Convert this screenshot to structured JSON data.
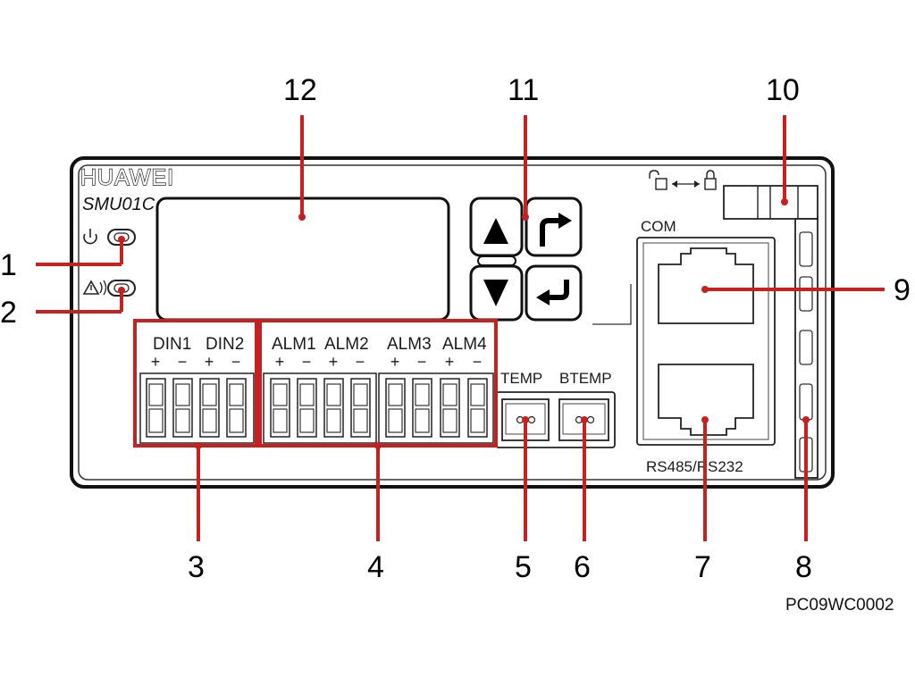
{
  "device": {
    "brand": "HUAWEI",
    "model": "SMU01C"
  },
  "port_labels": {
    "din1": "DIN1",
    "din2": "DIN2",
    "alm1": "ALM1",
    "alm2": "ALM2",
    "alm3": "ALM3",
    "alm4": "ALM4",
    "temp": "TEMP",
    "btemp": "BTEMP",
    "com": "COM",
    "rs": "RS485/RS232"
  },
  "polarity": {
    "plus": "+",
    "minus": "−"
  },
  "callouts": [
    "1",
    "2",
    "3",
    "4",
    "5",
    "6",
    "7",
    "8",
    "9",
    "10",
    "11",
    "12"
  ],
  "figure_code": "PC09WC0002",
  "colors": {
    "callout": "#c8201e",
    "outline": "#222222"
  },
  "icons": [
    "power-icon",
    "alarm-icon",
    "up-arrow-icon",
    "down-arrow-icon",
    "escape-arrow-icon",
    "enter-arrow-icon",
    "lock-icon",
    "unlock-icon"
  ]
}
